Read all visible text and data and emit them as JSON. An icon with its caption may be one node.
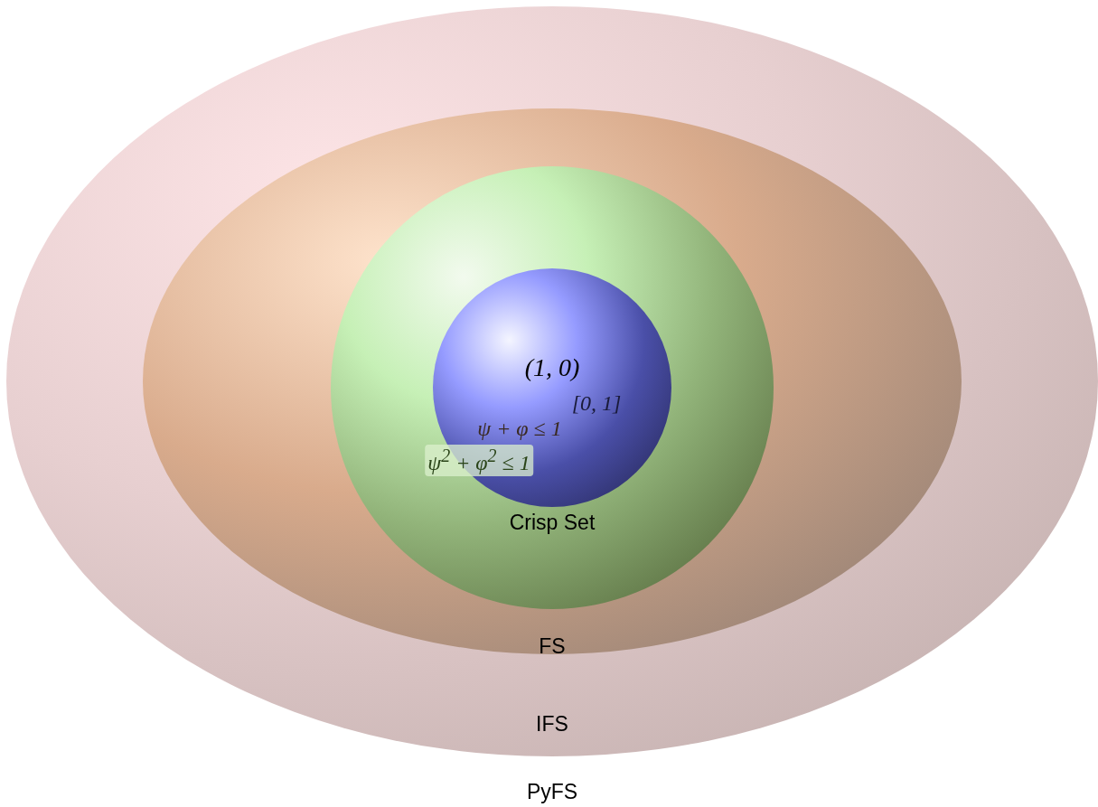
{
  "diagram": {
    "nodes": [
      {
        "text": [
          "PyFS"
        ]
      },
      {
        "text": [
          "IFS"
        ],
        "in": 0
      },
      {
        "text": [
          "FS"
        ],
        "in": 1
      },
      {
        "text": [
          "Crisp Set"
        ],
        "in": 2
      }
    ],
    "edges": [],
    "labels": [
      "(1, 0)",
      "[0, 1]",
      "ψ + φ ≤ 1",
      "ψ$^{2}$ + φ$^{2}$ ≤ 1"
    ]
  }
}
